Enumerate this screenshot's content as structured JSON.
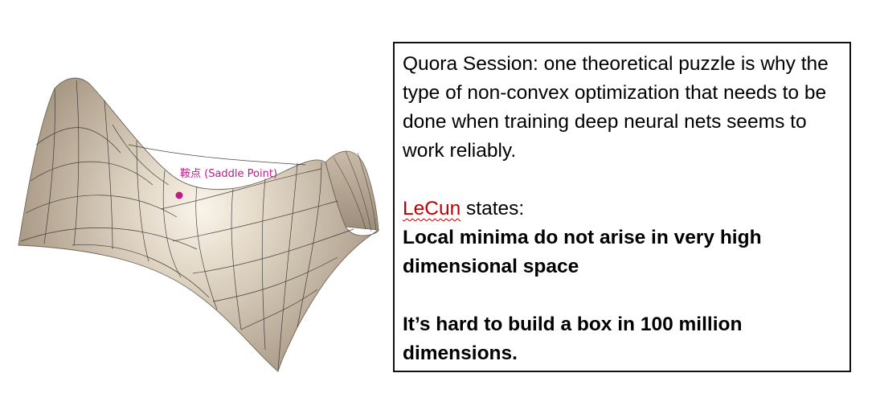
{
  "figure": {
    "saddle_label": "鞍点 (Saddle Point)",
    "surface_color": "#c8b9a5",
    "point_color": "#c2188a"
  },
  "text_box": {
    "intro": "Quora Session: one theoretical puzzle is why the type of non-convex optimization that needs to be done when training deep neural nets seems to work reliably.",
    "lecun_name": "LeCun",
    "lecun_rest": " states:",
    "claim": "Local minima do not arise in very high dimensional space",
    "conclusion": "It’s hard to build a box in 100 million dimensions."
  }
}
